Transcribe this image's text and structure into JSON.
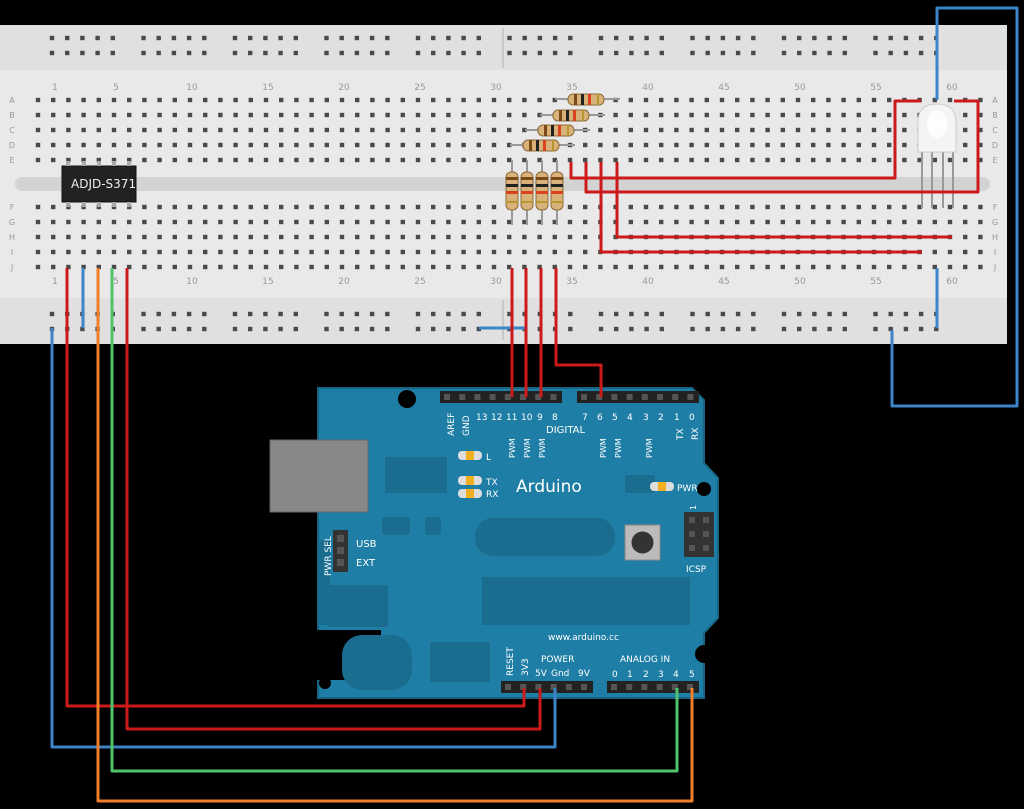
{
  "breadboard": {
    "column_labels": [
      "1",
      "5",
      "10",
      "15",
      "20",
      "25",
      "30",
      "35",
      "40",
      "45",
      "50",
      "55",
      "60"
    ],
    "row_labels": [
      "A",
      "B",
      "C",
      "D",
      "E",
      "F",
      "G",
      "H",
      "I",
      "J"
    ],
    "chip_label": "ADJD-S371"
  },
  "arduino": {
    "brand": "Arduino",
    "url": "www.arduino.cc",
    "digital_label": "DIGITAL",
    "digital_pin_labels": [
      "AREF",
      "GND",
      "13",
      "12",
      "11",
      "10",
      "9",
      "8",
      "7",
      "6",
      "5",
      "4",
      "3",
      "2",
      "1",
      "0"
    ],
    "tx_pin_label": "TX",
    "rx_pin_label": "RX",
    "pwm_label": "PWM",
    "led_l": "L",
    "led_tx": "TX",
    "led_rx": "RX",
    "led_pwr": "PWR",
    "pwr_sel": "PWR SEL",
    "usb": "USB",
    "ext": "EXT",
    "icsp": "ICSP",
    "icsp_one": "1",
    "reset": "RESET",
    "power_label": "POWER",
    "power_pins": [
      "3V3",
      "5V",
      "Gnd",
      "9V"
    ],
    "analog_label": "ANALOG IN",
    "analog_pins": [
      "0",
      "1",
      "2",
      "3",
      "4",
      "5"
    ]
  },
  "colors": {
    "wire_red": "#cc1a1a",
    "wire_blue": "#3d84c9",
    "wire_green": "#4fc36b",
    "wire_orange": "#f07e2b",
    "board": "#1f7ea5",
    "breadboard": "#e8e8e8"
  }
}
